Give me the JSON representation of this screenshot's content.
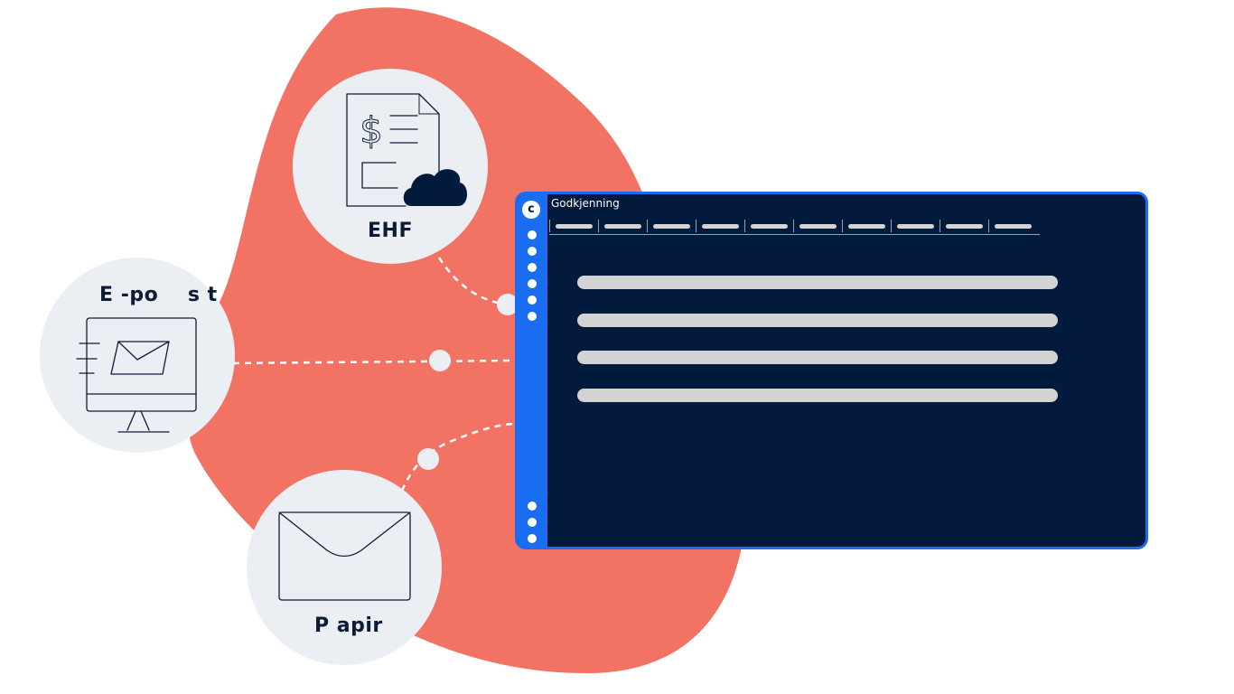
{
  "colors": {
    "blob": "#f27264",
    "node_circle": "#ebeff4",
    "icon_stroke": "#0d1b34",
    "connector": "#ffffff",
    "app_border": "#1a6cf0",
    "app_background": "#021b3d",
    "placeholder": "#d3d3d3"
  },
  "nodes": {
    "ehf": {
      "label": "EHF",
      "icon": "invoice-cloud-icon"
    },
    "epost": {
      "label": "E -po    s t",
      "icon": "monitor-mail-icon"
    },
    "papir": {
      "label": "P apir",
      "icon": "envelope-icon"
    }
  },
  "app": {
    "logo": "c",
    "title": "Godkjenning",
    "tab_count": 10,
    "content_line_count": 4,
    "sidebar_top_dot_count": 6,
    "sidebar_bottom_dot_count": 3
  }
}
